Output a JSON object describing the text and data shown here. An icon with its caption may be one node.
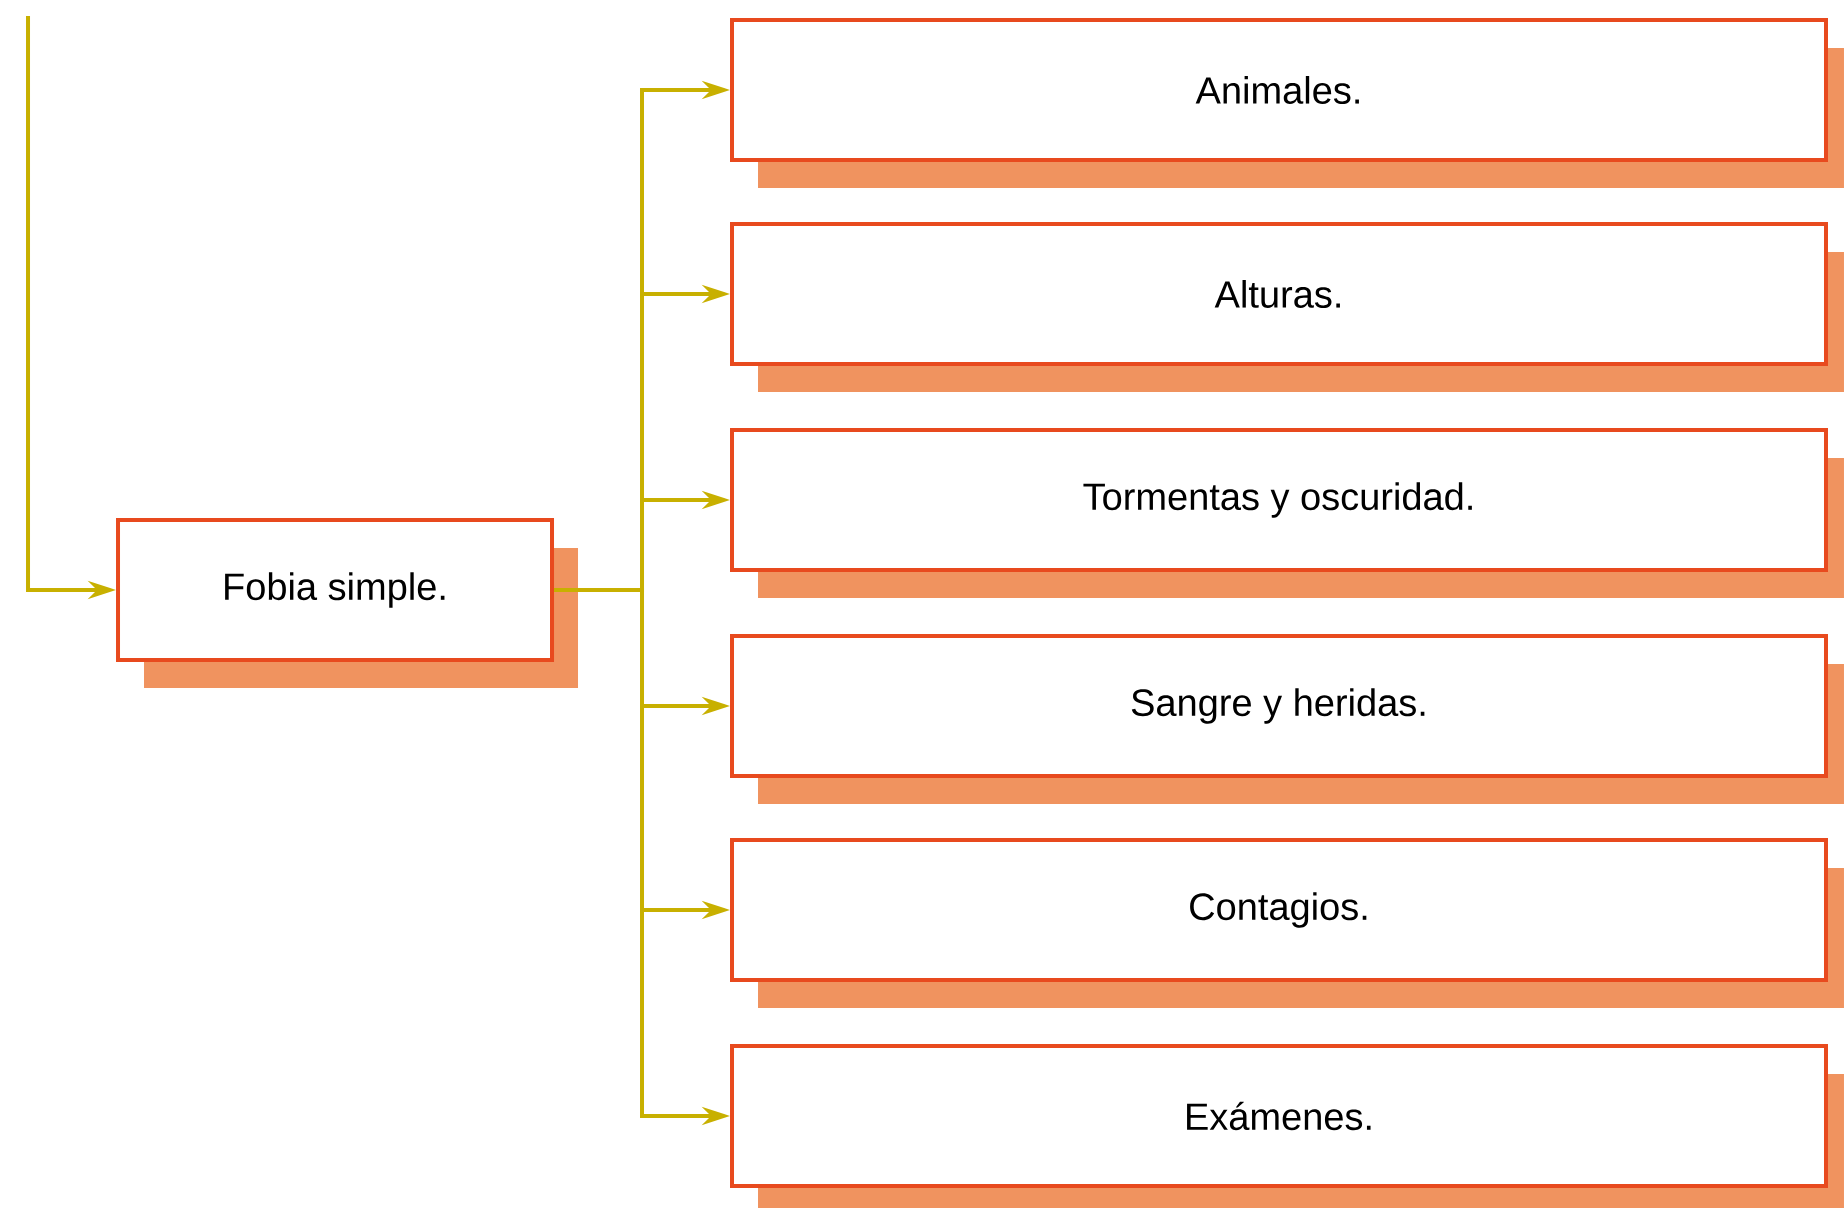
{
  "diagram": {
    "nodes": [
      {
        "text": [
          "Fobia simple."
        ]
      },
      {
        "text": [
          "Animales."
        ]
      },
      {
        "text": [
          "Alturas."
        ]
      },
      {
        "text": [
          "Tormentas y oscuridad."
        ]
      },
      {
        "text": [
          "Sangre y heridas."
        ]
      },
      {
        "text": [
          "Contagios."
        ]
      },
      {
        "text": [
          "Exámenes."
        ]
      }
    ],
    "edges": [
      {
        "from": null,
        "to": 0,
        "arrow": "to"
      },
      {
        "from": 0,
        "to": 1,
        "arrow": "to"
      },
      {
        "from": 0,
        "to": 2,
        "arrow": "to"
      },
      {
        "from": 0,
        "to": 3,
        "arrow": "to"
      },
      {
        "from": 0,
        "to": 4,
        "arrow": "to"
      },
      {
        "from": 0,
        "to": 5,
        "arrow": "to"
      },
      {
        "from": 0,
        "to": 6,
        "arrow": "to"
      }
    ]
  }
}
